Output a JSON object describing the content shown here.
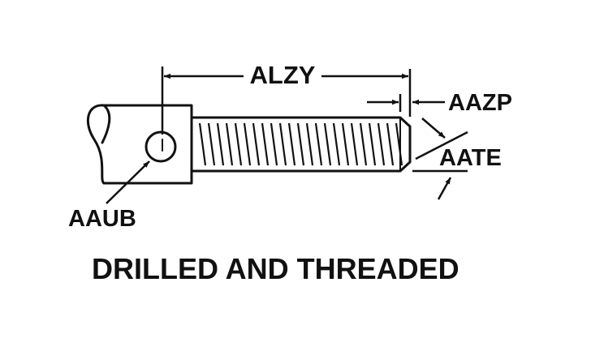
{
  "labels": {
    "length": "ALZY",
    "chamfer_length": "AAZP",
    "chamfer_angle": "AATE",
    "hole": "AAUB"
  },
  "caption": "DRILLED AND THREADED",
  "colors": {
    "ink": "#111111",
    "background": "#ffffff"
  }
}
